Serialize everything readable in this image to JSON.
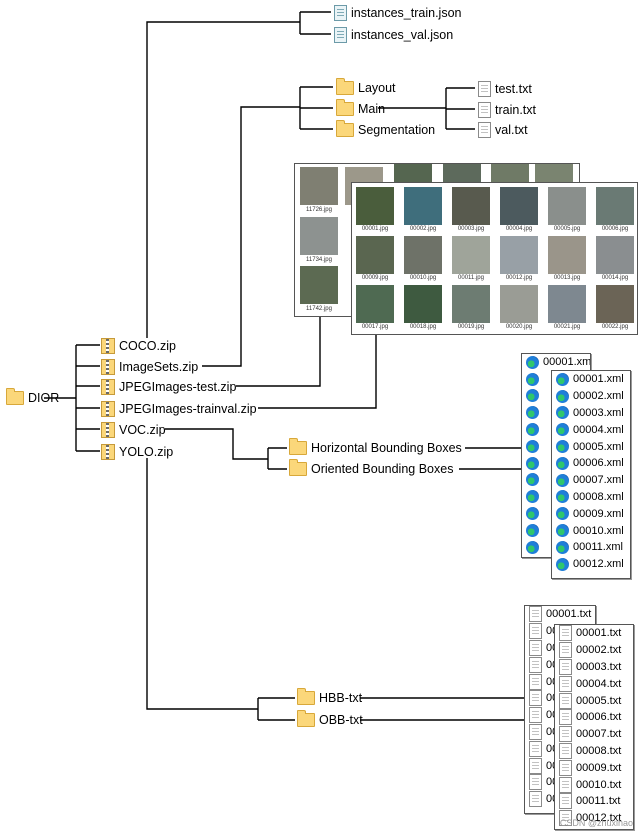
{
  "root": {
    "label": "DIOR",
    "icon": "folder-icon"
  },
  "zips": [
    {
      "label": "COCO.zip",
      "icon": "zip-icon"
    },
    {
      "label": "ImageSets.zip",
      "icon": "zip-icon"
    },
    {
      "label": "JPEGImages-test.zip",
      "icon": "zip-icon"
    },
    {
      "label": "JPEGImages-trainval.zip",
      "icon": "zip-icon"
    },
    {
      "label": "VOC.zip",
      "icon": "zip-icon"
    },
    {
      "label": "YOLO.zip",
      "icon": "zip-icon"
    }
  ],
  "coco_files": [
    {
      "label": "instances_train.json",
      "icon": "json-file-icon"
    },
    {
      "label": "instances_val.json",
      "icon": "json-file-icon"
    }
  ],
  "imagesets_folders": [
    {
      "label": "Layout",
      "icon": "folder-icon"
    },
    {
      "label": "Main",
      "icon": "folder-icon"
    },
    {
      "label": "Segmentation",
      "icon": "folder-icon"
    }
  ],
  "main_files": [
    {
      "label": "test.txt",
      "icon": "text-file-icon"
    },
    {
      "label": "train.txt",
      "icon": "text-file-icon"
    },
    {
      "label": "val.txt",
      "icon": "text-file-icon"
    }
  ],
  "test_images": {
    "visible_captions": [
      "11726.jpg",
      "11734.jpg",
      "11742.jpg"
    ]
  },
  "trainval_images": {
    "captions": [
      "00001.jpg",
      "00002.jpg",
      "00003.jpg",
      "00004.jpg",
      "00005.jpg",
      "00006.jpg",
      "00009.jpg",
      "00010.jpg",
      "00011.jpg",
      "00012.jpg",
      "00013.jpg",
      "00014.jpg",
      "00017.jpg",
      "00018.jpg",
      "00019.jpg",
      "00020.jpg",
      "00021.jpg",
      "00022.jpg"
    ],
    "thumb_colors": [
      "#4a5d3c",
      "#3f6e7c",
      "#585a4e",
      "#4c5a5e",
      "#8a8f8c",
      "#6a7a74",
      "#5a6650",
      "#6e7268",
      "#9fa49a",
      "#98a0a6",
      "#9a958a",
      "#8a8e90",
      "#4f6a52",
      "#3e5a40",
      "#6d7c72",
      "#9a9c95",
      "#7e8890",
      "#6b6456"
    ]
  },
  "voc_folders": [
    {
      "label": "Horizontal Bounding Boxes",
      "icon": "folder-icon"
    },
    {
      "label": "Oriented Bounding Boxes",
      "icon": "folder-icon"
    }
  ],
  "xml_back": {
    "first": "00001.xml",
    "stub_count": 11
  },
  "xml_front": [
    "00001.xml",
    "00002.xml",
    "00003.xml",
    "00004.xml",
    "00005.xml",
    "00006.xml",
    "00007.xml",
    "00008.xml",
    "00009.xml",
    "00010.xml",
    "00011.xml",
    "00012.xml"
  ],
  "yolo_folders": [
    {
      "label": "HBB-txt",
      "icon": "folder-icon"
    },
    {
      "label": "OBB-txt",
      "icon": "folder-icon"
    }
  ],
  "txt_back": {
    "first": "00001.txt",
    "stub_text": "00",
    "stub_count": 11
  },
  "txt_front": [
    "00001.txt",
    "00002.txt",
    "00003.txt",
    "00004.txt",
    "00005.txt",
    "00006.txt",
    "00007.txt",
    "00008.txt",
    "00009.txt",
    "00010.txt",
    "00011.txt",
    "00012.txt"
  ],
  "watermark": "CSDN @zhuxihao",
  "colors": {
    "wire": "#000000",
    "folder": "#fbd77a",
    "window_border": "#555555"
  }
}
